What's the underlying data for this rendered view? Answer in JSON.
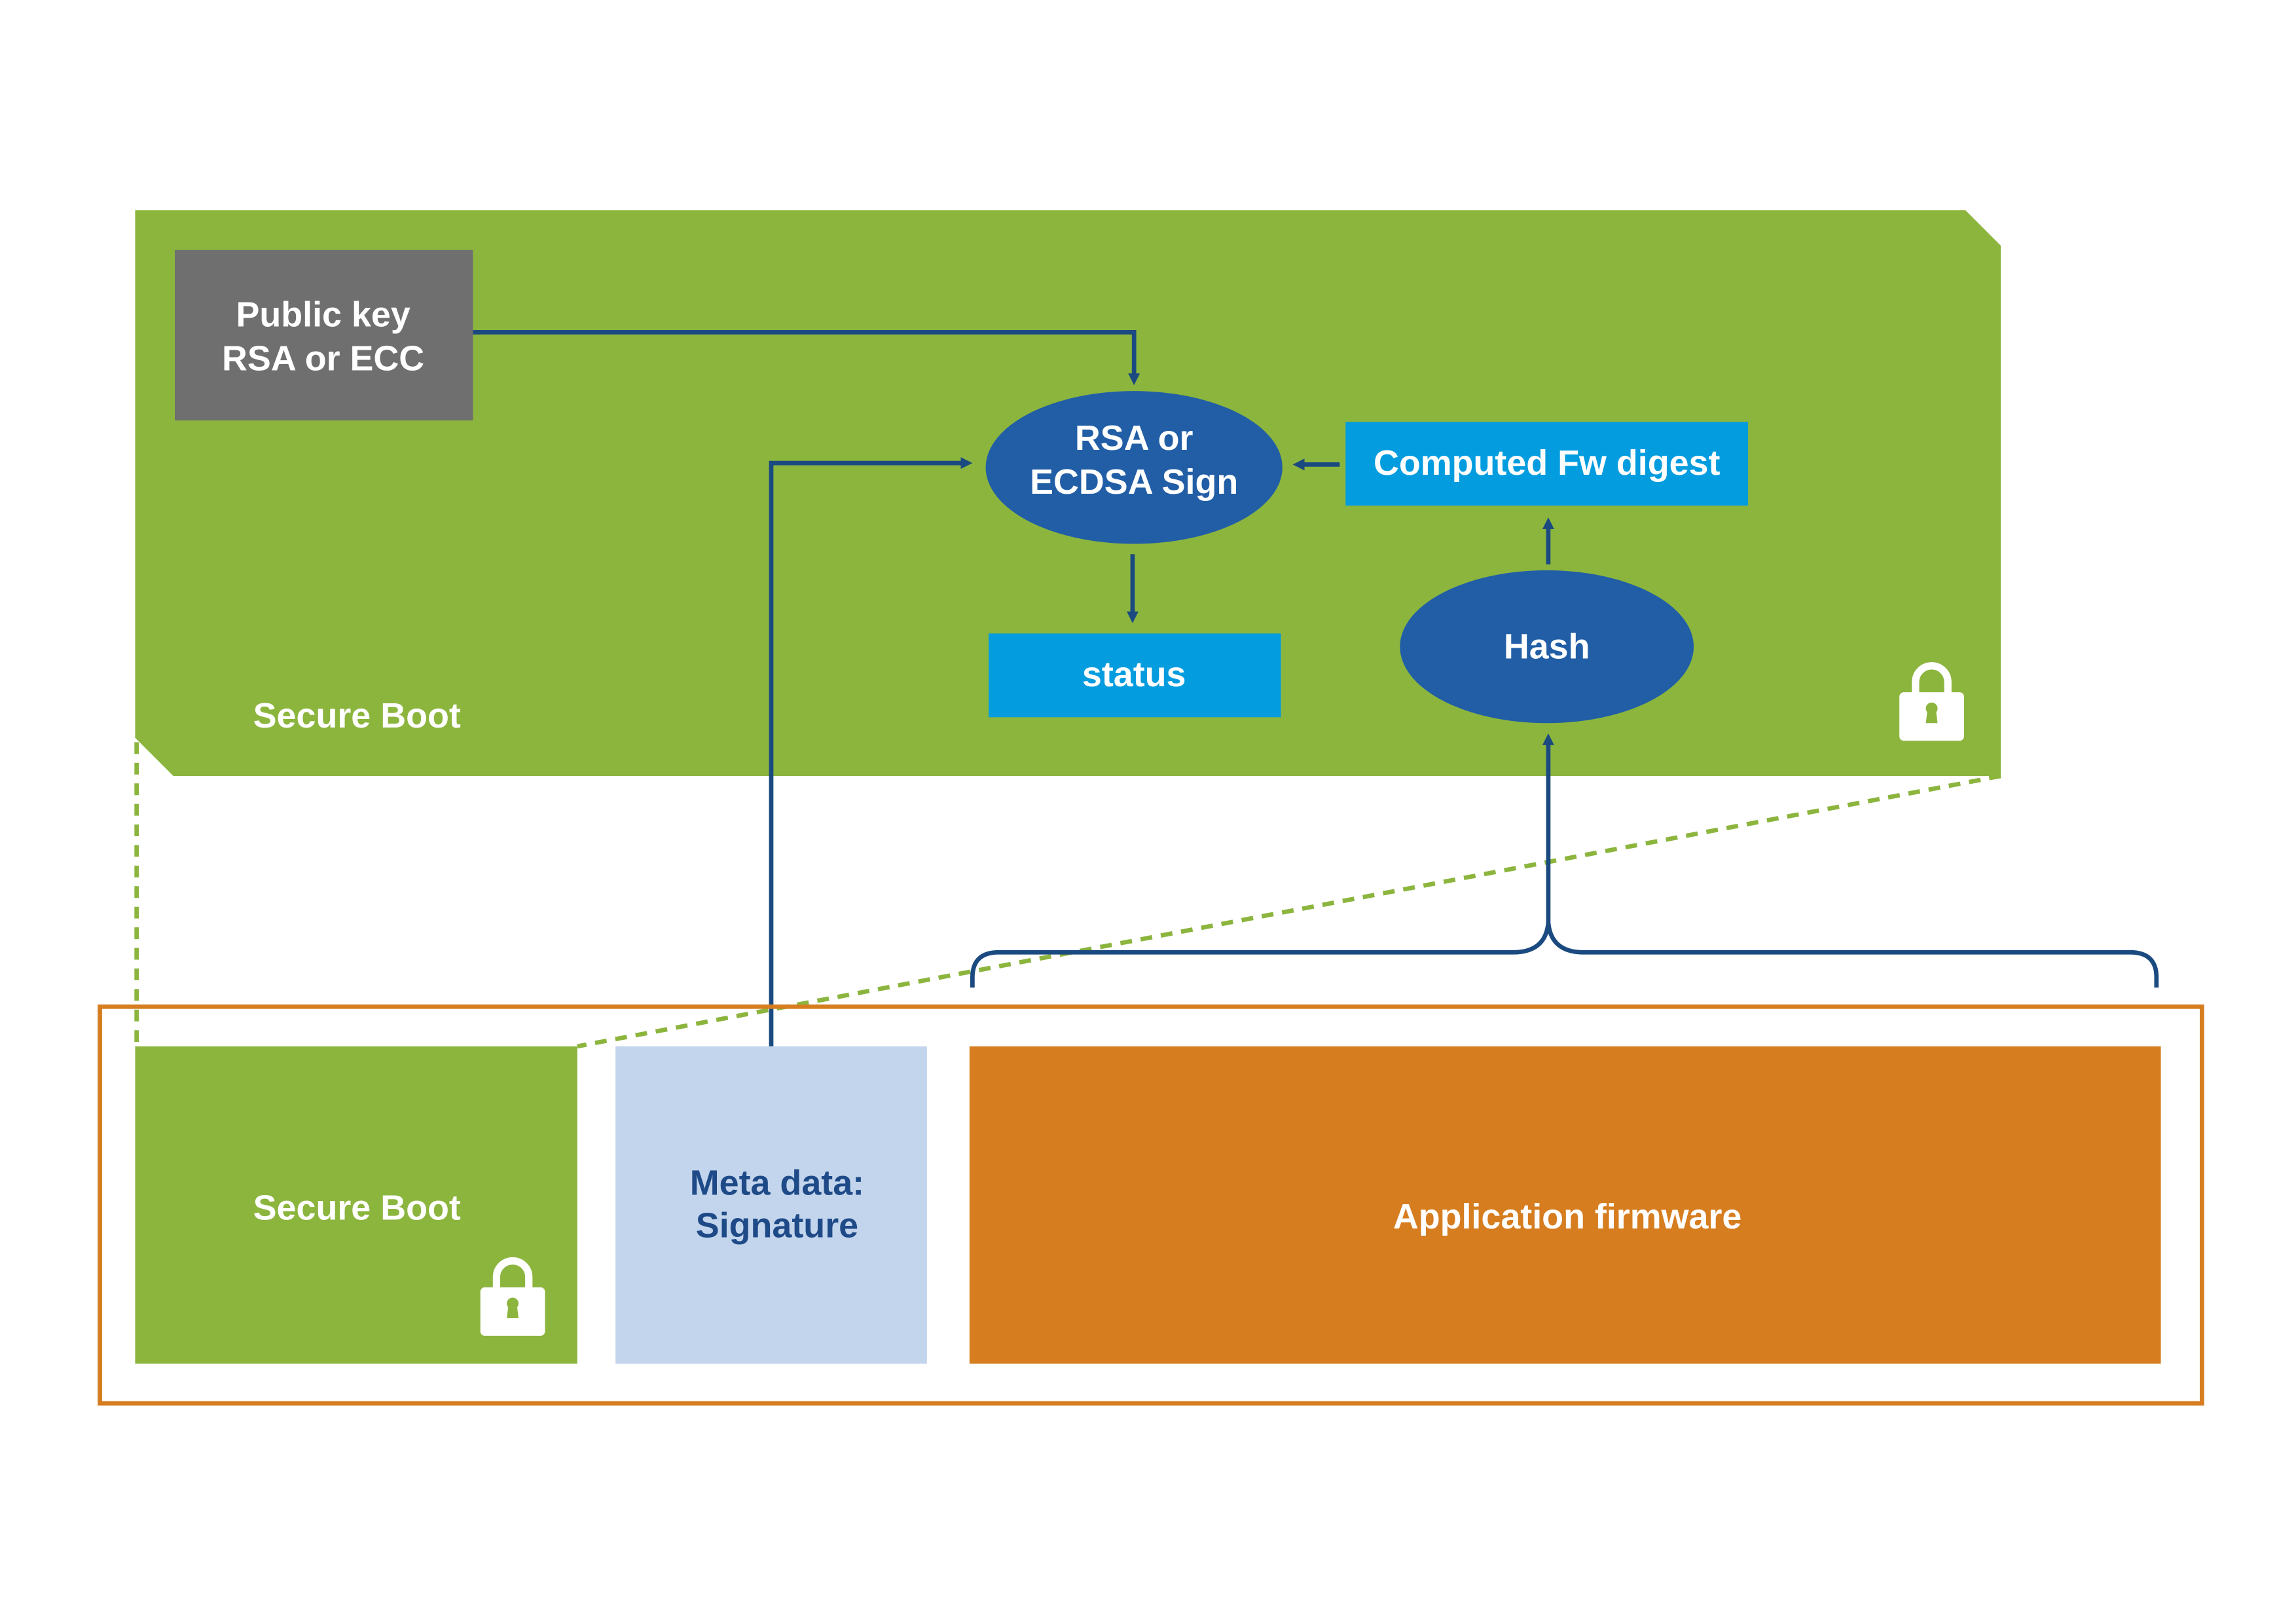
{
  "top_panel": {
    "label": "Secure Boot",
    "public_key": {
      "line1": "Public key",
      "line2": "RSA or ECC"
    },
    "sign_node": {
      "line1": "RSA or",
      "line2": "ECDSA Sign"
    },
    "digest_box": "Computed Fw digest",
    "status_box": "status",
    "hash_node": "Hash",
    "lock_icon": "lock-icon"
  },
  "flash": {
    "secure_boot": {
      "label": "Secure Boot",
      "icon": "lock-icon"
    },
    "metadata": {
      "line1": "Meta data:",
      "line2": "Signature"
    },
    "app_fw": "Application firmware"
  },
  "colors": {
    "green": "#8cb53e",
    "gray": "#6f6f6f",
    "dark_blue": "#215ea6",
    "arrow_blue": "#1a4a80",
    "light_blue": "#039cdf",
    "pale_blue": "#c3d5ec",
    "orange": "#d67d1f",
    "meta_text": "#1e4a88"
  }
}
